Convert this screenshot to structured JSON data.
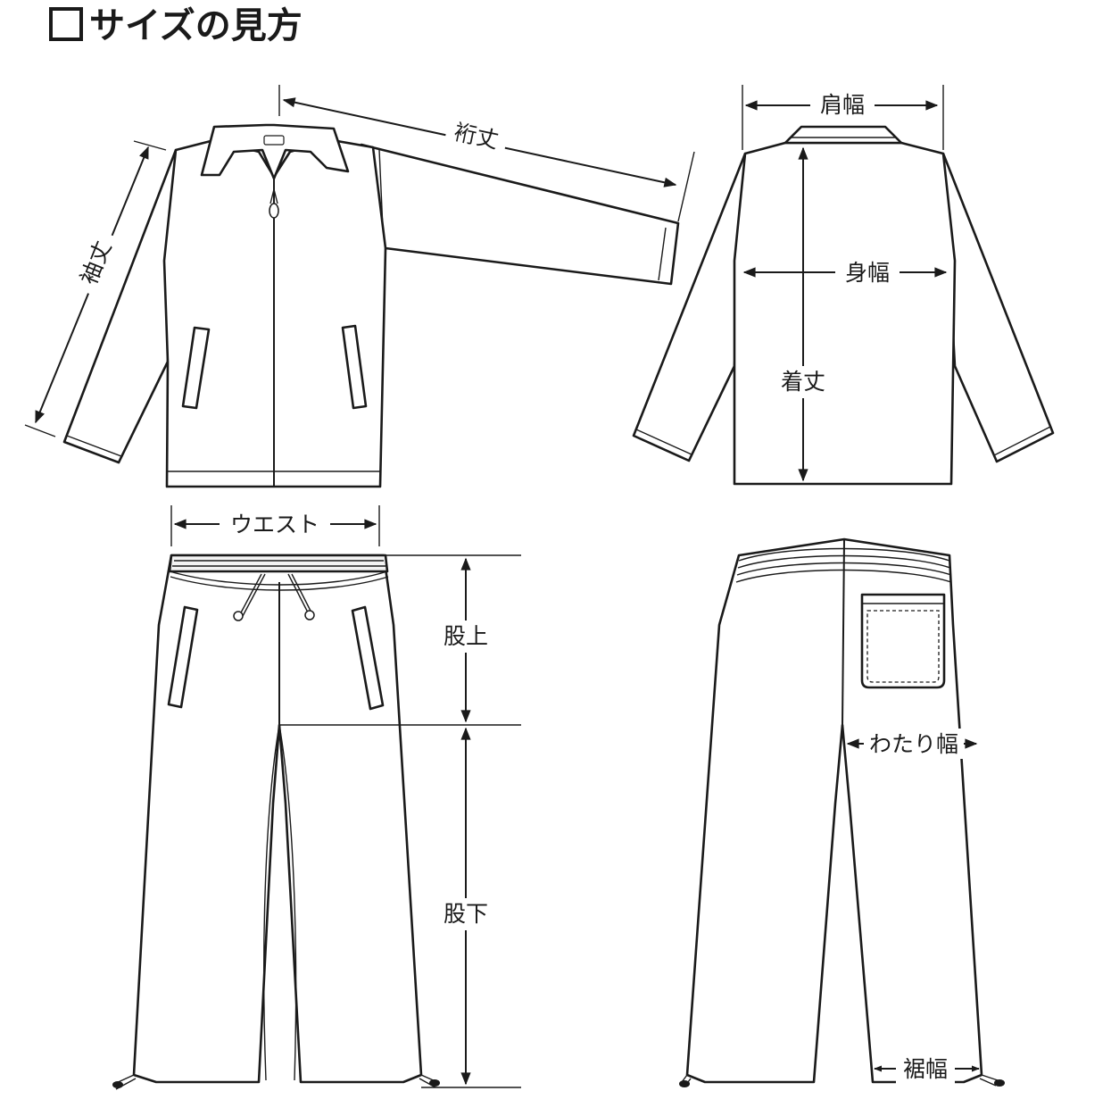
{
  "title": "サイズの見方",
  "labels": {
    "yuki": "裄丈",
    "sode": "袖丈",
    "katahaba": "肩幅",
    "mihaba": "身幅",
    "kitake": "着丈",
    "waist": "ウエスト",
    "matagami": "股上",
    "matashita": "股下",
    "watari": "わたり幅",
    "susohaba": "裾幅"
  }
}
